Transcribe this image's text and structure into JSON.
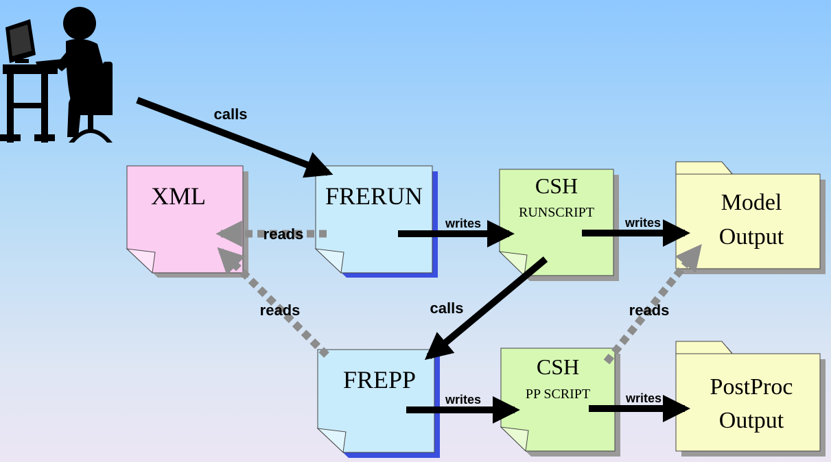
{
  "nodes": {
    "xml": "XML",
    "frerun": "FRERUN",
    "csh_run_title": "CSH",
    "csh_run_sub": "RUNSCRIPT",
    "model_output_l1": "Model",
    "model_output_l2": "Output",
    "frepp": "FREPP",
    "csh_pp_title": "CSH",
    "csh_pp_sub": "PP SCRIPT",
    "postproc_l1": "PostProc",
    "postproc_l2": "Output"
  },
  "edges": {
    "user_calls_frerun": "calls",
    "frerun_reads_xml": "reads",
    "frerun_writes_runscript": "writes",
    "runscript_writes_model": "writes",
    "runscript_calls_frepp": "calls",
    "frepp_reads_xml": "reads",
    "pp_reads_model": "reads",
    "frepp_writes_pp": "writes",
    "pp_writes_postproc": "writes"
  },
  "colors": {
    "xml_note": "#fbcdf1",
    "frerun_note": "#c9ecfc",
    "csh_note": "#d6f8b3",
    "output_folder": "#fafcc8",
    "blue_shadow": "#3b4fe0",
    "gray_shadow": "#9a9a9a",
    "arrow_solid": "#000000",
    "arrow_dashed": "#8c8c8c"
  },
  "icons": {
    "user": "person-at-computer-icon"
  }
}
